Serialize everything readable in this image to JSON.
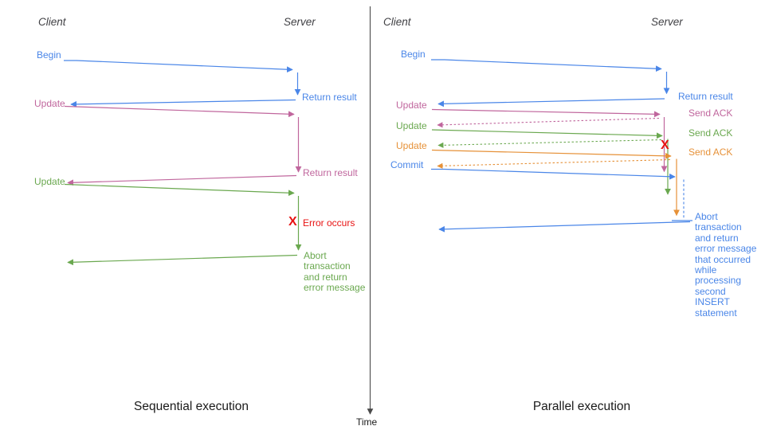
{
  "colors": {
    "blue": "#4a86e8",
    "pink": "#c0669d",
    "green": "#6aa84f",
    "orange": "#e69138",
    "red": "#e81313",
    "axis": "#4a4a4a",
    "heading": "#3f3f43",
    "caption": "#1a1a1a"
  },
  "left": {
    "caption": "Sequential execution",
    "client_header": "Client",
    "server_header": "Server",
    "begin_label": "Begin",
    "return_result_1": "Return result",
    "update_1": "Update",
    "return_result_2": "Return result",
    "update_2": "Update",
    "error_mark": "X",
    "error_label": "Error occurs",
    "abort_lines": [
      "Abort",
      "transaction",
      "and return",
      "error message"
    ]
  },
  "right": {
    "caption": "Parallel execution",
    "client_header": "Client",
    "server_header": "Server",
    "begin_label": "Begin",
    "return_result": "Return result",
    "update_1": "Update",
    "send_ack_1": "Send ACK",
    "update_2": "Update",
    "send_ack_2": "Send ACK",
    "update_3": "Update",
    "send_ack_3": "Send ACK",
    "commit_label": "Commit",
    "error_mark": "X",
    "abort_lines": [
      "Abort",
      "transaction",
      "and return",
      "error message",
      "that occurred",
      "while",
      "processing",
      "second",
      "INSERT",
      "statement"
    ]
  },
  "time_axis": {
    "label": "Time"
  }
}
